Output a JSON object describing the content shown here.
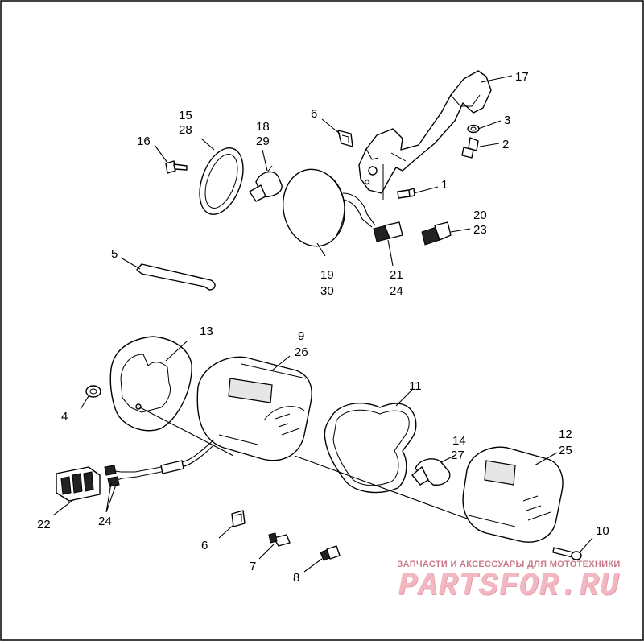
{
  "callouts": [
    {
      "id": "c17",
      "text": "17"
    },
    {
      "id": "c6a",
      "text": "6"
    },
    {
      "id": "c3",
      "text": "3"
    },
    {
      "id": "c15",
      "text": "15"
    },
    {
      "id": "c28",
      "text": "28"
    },
    {
      "id": "c18",
      "text": "18"
    },
    {
      "id": "c29",
      "text": "29"
    },
    {
      "id": "c16",
      "text": "16"
    },
    {
      "id": "c2",
      "text": "2"
    },
    {
      "id": "c1",
      "text": "1"
    },
    {
      "id": "c20",
      "text": "20"
    },
    {
      "id": "c23",
      "text": "23"
    },
    {
      "id": "c5",
      "text": "5"
    },
    {
      "id": "c19",
      "text": "19"
    },
    {
      "id": "c30",
      "text": "30"
    },
    {
      "id": "c21",
      "text": "21"
    },
    {
      "id": "c24a",
      "text": "24"
    },
    {
      "id": "c13",
      "text": "13"
    },
    {
      "id": "c9",
      "text": "9"
    },
    {
      "id": "c26",
      "text": "26"
    },
    {
      "id": "c11",
      "text": "11"
    },
    {
      "id": "c4",
      "text": "4"
    },
    {
      "id": "c14",
      "text": "14"
    },
    {
      "id": "c27",
      "text": "27"
    },
    {
      "id": "c12",
      "text": "12"
    },
    {
      "id": "c25",
      "text": "25"
    },
    {
      "id": "c22",
      "text": "22"
    },
    {
      "id": "c24b",
      "text": "24"
    },
    {
      "id": "c10",
      "text": "10"
    },
    {
      "id": "c6b",
      "text": "6"
    },
    {
      "id": "c7",
      "text": "7"
    },
    {
      "id": "c8",
      "text": "8"
    }
  ],
  "watermark": {
    "tagline": "ЗАПЧАСТИ И АКСЕССУАРЫ ДЛЯ МОТОТЕХНИКИ",
    "brand": "PARTSFOR.RU",
    "color_tag": "#c97a8a",
    "color_brand": "#f2b8c2"
  }
}
